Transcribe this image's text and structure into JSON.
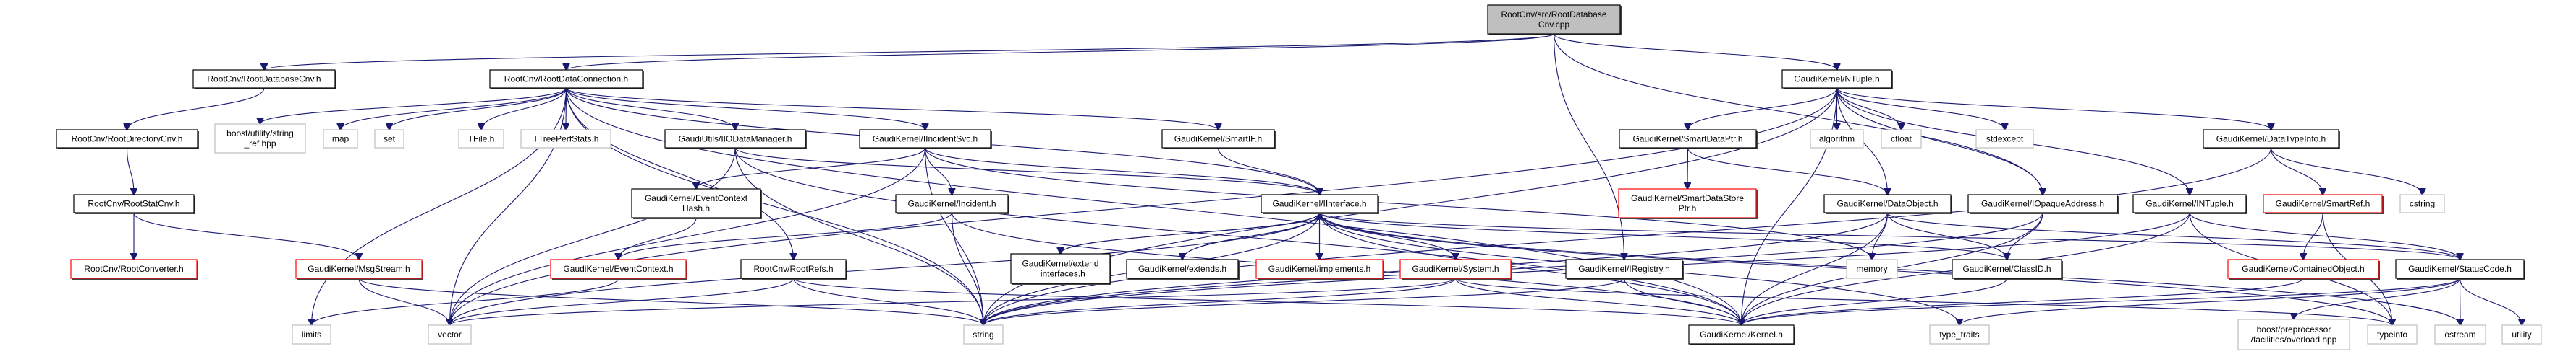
{
  "title": "RootCnv/src/RootDatabaseCnv.cpp include dependency graph",
  "colors": {
    "edge": "#191970",
    "root_fill": "#bfbfbf",
    "primary_border": "#000000",
    "system_border": "#bfbfbf",
    "truncated_border": "#ff0000"
  },
  "nodes": [
    {
      "id": "root",
      "lines": [
        "RootCnv/src/RootDatabase",
        "Cnv.cpp"
      ],
      "kind": "root"
    },
    {
      "id": "rdbcnv",
      "lines": [
        "RootCnv/RootDatabaseCnv.h"
      ],
      "kind": "primary"
    },
    {
      "id": "rdc",
      "lines": [
        "RootCnv/RootDataConnection.h"
      ],
      "kind": "primary"
    },
    {
      "id": "ntuple",
      "lines": [
        "GaudiKernel/NTuple.h"
      ],
      "kind": "primary"
    },
    {
      "id": "rdircnv",
      "lines": [
        "RootCnv/RootDirectoryCnv.h"
      ],
      "kind": "primary"
    },
    {
      "id": "stringref",
      "lines": [
        "boost/utility/string",
        "_ref.hpp"
      ],
      "kind": "system"
    },
    {
      "id": "map",
      "lines": [
        "map"
      ],
      "kind": "system"
    },
    {
      "id": "set",
      "lines": [
        "set"
      ],
      "kind": "system"
    },
    {
      "id": "tfile",
      "lines": [
        "TFile.h"
      ],
      "kind": "system"
    },
    {
      "id": "ttree",
      "lines": [
        "TTreePerfStats.h"
      ],
      "kind": "system"
    },
    {
      "id": "iodm",
      "lines": [
        "GaudiUtils/IIODataManager.h"
      ],
      "kind": "primary"
    },
    {
      "id": "iincsvc",
      "lines": [
        "GaudiKernel/IIncidentSvc.h"
      ],
      "kind": "primary"
    },
    {
      "id": "smartif",
      "lines": [
        "GaudiKernel/SmartIF.h"
      ],
      "kind": "primary"
    },
    {
      "id": "smartdataptr",
      "lines": [
        "GaudiKernel/SmartDataPtr.h"
      ],
      "kind": "primary"
    },
    {
      "id": "algorithm",
      "lines": [
        "algorithm"
      ],
      "kind": "system"
    },
    {
      "id": "cfloat",
      "lines": [
        "cfloat"
      ],
      "kind": "system"
    },
    {
      "id": "stdexcept",
      "lines": [
        "stdexcept"
      ],
      "kind": "system"
    },
    {
      "id": "datatypeinfo",
      "lines": [
        "GaudiKernel/DataTypeInfo.h"
      ],
      "kind": "primary"
    },
    {
      "id": "rstatcnv",
      "lines": [
        "RootCnv/RootStatCnv.h"
      ],
      "kind": "primary"
    },
    {
      "id": "evctxhash",
      "lines": [
        "GaudiKernel/EventContext",
        "Hash.h"
      ],
      "kind": "primary"
    },
    {
      "id": "incident",
      "lines": [
        "GaudiKernel/Incident.h"
      ],
      "kind": "primary"
    },
    {
      "id": "iinterface",
      "lines": [
        "GaudiKernel/IInterface.h"
      ],
      "kind": "primary"
    },
    {
      "id": "smartdatastoreptr",
      "lines": [
        "GaudiKernel/SmartDataStore",
        "Ptr.h"
      ],
      "kind": "truncated"
    },
    {
      "id": "dataobject",
      "lines": [
        "GaudiKernel/DataObject.h"
      ],
      "kind": "primary"
    },
    {
      "id": "iopaque",
      "lines": [
        "GaudiKernel/IOpaqueAddress.h"
      ],
      "kind": "primary"
    },
    {
      "id": "intuple",
      "lines": [
        "GaudiKernel/INTuple.h"
      ],
      "kind": "primary"
    },
    {
      "id": "smartref",
      "lines": [
        "GaudiKernel/SmartRef.h"
      ],
      "kind": "truncated"
    },
    {
      "id": "cstring",
      "lines": [
        "cstring"
      ],
      "kind": "system"
    },
    {
      "id": "rconverter",
      "lines": [
        "RootCnv/RootConverter.h"
      ],
      "kind": "truncated"
    },
    {
      "id": "msgstream",
      "lines": [
        "GaudiKernel/MsgStream.h"
      ],
      "kind": "truncated"
    },
    {
      "id": "evctx",
      "lines": [
        "GaudiKernel/EventContext.h"
      ],
      "kind": "truncated"
    },
    {
      "id": "rootrefs",
      "lines": [
        "RootCnv/RootRefs.h"
      ],
      "kind": "primary"
    },
    {
      "id": "extendif",
      "lines": [
        "GaudiKernel/extend",
        "_interfaces.h"
      ],
      "kind": "primary"
    },
    {
      "id": "extends",
      "lines": [
        "GaudiKernel/extends.h"
      ],
      "kind": "primary"
    },
    {
      "id": "implements",
      "lines": [
        "GaudiKernel/implements.h"
      ],
      "kind": "truncated"
    },
    {
      "id": "system",
      "lines": [
        "GaudiKernel/System.h"
      ],
      "kind": "truncated"
    },
    {
      "id": "iregistry",
      "lines": [
        "GaudiKernel/IRegistry.h"
      ],
      "kind": "primary"
    },
    {
      "id": "memory",
      "lines": [
        "memory"
      ],
      "kind": "system"
    },
    {
      "id": "classid",
      "lines": [
        "GaudiKernel/ClassID.h"
      ],
      "kind": "primary"
    },
    {
      "id": "containedobj",
      "lines": [
        "GaudiKernel/ContainedObject.h"
      ],
      "kind": "truncated"
    },
    {
      "id": "statuscode",
      "lines": [
        "GaudiKernel/StatusCode.h"
      ],
      "kind": "primary"
    },
    {
      "id": "limits",
      "lines": [
        "limits"
      ],
      "kind": "system"
    },
    {
      "id": "vector",
      "lines": [
        "vector"
      ],
      "kind": "system"
    },
    {
      "id": "string",
      "lines": [
        "string"
      ],
      "kind": "system"
    },
    {
      "id": "kernel",
      "lines": [
        "GaudiKernel/Kernel.h"
      ],
      "kind": "primary"
    },
    {
      "id": "typetraits",
      "lines": [
        "type_traits"
      ],
      "kind": "system"
    },
    {
      "id": "boostoverload",
      "lines": [
        "boost/preprocessor",
        "/facilities/overload.hpp"
      ],
      "kind": "system"
    },
    {
      "id": "typeinfo",
      "lines": [
        "typeinfo"
      ],
      "kind": "system"
    },
    {
      "id": "ostream",
      "lines": [
        "ostream"
      ],
      "kind": "system"
    },
    {
      "id": "utility",
      "lines": [
        "utility"
      ],
      "kind": "system"
    }
  ],
  "edges": [
    [
      "root",
      "rdbcnv"
    ],
    [
      "root",
      "rdc"
    ],
    [
      "root",
      "ntuple"
    ],
    [
      "root",
      "iregistry"
    ],
    [
      "root",
      "iopaque"
    ],
    [
      "rdbcnv",
      "rdircnv"
    ],
    [
      "rdircnv",
      "rstatcnv"
    ],
    [
      "rstatcnv",
      "rconverter"
    ],
    [
      "rstatcnv",
      "msgstream"
    ],
    [
      "rdc",
      "stringref"
    ],
    [
      "rdc",
      "map"
    ],
    [
      "rdc",
      "set"
    ],
    [
      "rdc",
      "tfile"
    ],
    [
      "rdc",
      "ttree"
    ],
    [
      "rdc",
      "iodm"
    ],
    [
      "rdc",
      "iincsvc"
    ],
    [
      "rdc",
      "smartif"
    ],
    [
      "rdc",
      "rootrefs"
    ],
    [
      "rdc",
      "vector"
    ],
    [
      "rdc",
      "string"
    ],
    [
      "rdc",
      "limits"
    ],
    [
      "rdc",
      "kernel"
    ],
    [
      "rdc",
      "iinterface"
    ],
    [
      "iodm",
      "iinterface"
    ],
    [
      "iodm",
      "vector"
    ],
    [
      "iodm",
      "string"
    ],
    [
      "iodm",
      "kernel"
    ],
    [
      "iincsvc",
      "incident"
    ],
    [
      "iincsvc",
      "iinterface"
    ],
    [
      "iincsvc",
      "string"
    ],
    [
      "iincsvc",
      "vector"
    ],
    [
      "iincsvc",
      "evctxhash"
    ],
    [
      "iincsvc",
      "memory"
    ],
    [
      "evctxhash",
      "evctx"
    ],
    [
      "incident",
      "string"
    ],
    [
      "incident",
      "evctx"
    ],
    [
      "incident",
      "kernel"
    ],
    [
      "smartif",
      "iinterface"
    ],
    [
      "rootrefs",
      "string"
    ],
    [
      "rootrefs",
      "vector"
    ],
    [
      "rootrefs",
      "kernel"
    ],
    [
      "msgstream",
      "vector"
    ],
    [
      "msgstream",
      "string"
    ],
    [
      "evctx",
      "limits"
    ],
    [
      "iinterface",
      "extendif"
    ],
    [
      "iinterface",
      "extends"
    ],
    [
      "iinterface",
      "implements"
    ],
    [
      "iinterface",
      "system"
    ],
    [
      "iinterface",
      "kernel"
    ],
    [
      "iinterface",
      "statuscode"
    ],
    [
      "iinterface",
      "classid"
    ],
    [
      "iinterface",
      "string"
    ],
    [
      "iinterface",
      "typetraits"
    ],
    [
      "iinterface",
      "typeinfo"
    ],
    [
      "iinterface",
      "ostream"
    ],
    [
      "iinterface",
      "vector"
    ],
    [
      "extendif",
      "iinterface"
    ],
    [
      "extends",
      "iinterface"
    ],
    [
      "implements",
      "iinterface"
    ],
    [
      "system",
      "kernel"
    ],
    [
      "system",
      "string"
    ],
    [
      "system",
      "vector"
    ],
    [
      "system",
      "typeinfo"
    ],
    [
      "iregistry",
      "kernel"
    ],
    [
      "iregistry",
      "string"
    ],
    [
      "ntuple",
      "smartdataptr"
    ],
    [
      "ntuple",
      "algorithm"
    ],
    [
      "ntuple",
      "cfloat"
    ],
    [
      "ntuple",
      "stdexcept"
    ],
    [
      "ntuple",
      "datatypeinfo"
    ],
    [
      "ntuple",
      "dataobject"
    ],
    [
      "ntuple",
      "iopaque"
    ],
    [
      "ntuple",
      "intuple"
    ],
    [
      "ntuple",
      "string"
    ],
    [
      "ntuple",
      "kernel"
    ],
    [
      "ntuple",
      "vector"
    ],
    [
      "smartdataptr",
      "smartdatastoreptr"
    ],
    [
      "smartdataptr",
      "dataobject"
    ],
    [
      "datatypeinfo",
      "smartref"
    ],
    [
      "datatypeinfo",
      "cstring"
    ],
    [
      "datatypeinfo",
      "string"
    ],
    [
      "dataobject",
      "memory"
    ],
    [
      "dataobject",
      "classid"
    ],
    [
      "dataobject",
      "statuscode"
    ],
    [
      "dataobject",
      "string"
    ],
    [
      "dataobject",
      "kernel"
    ],
    [
      "iopaque",
      "classid"
    ],
    [
      "iopaque",
      "kernel"
    ],
    [
      "iopaque",
      "string"
    ],
    [
      "intuple",
      "statuscode"
    ],
    [
      "intuple",
      "kernel"
    ],
    [
      "intuple",
      "string"
    ],
    [
      "intuple",
      "typeinfo"
    ],
    [
      "smartref",
      "containedobj"
    ],
    [
      "smartref",
      "typeinfo"
    ],
    [
      "containedobj",
      "kernel"
    ],
    [
      "classid",
      "kernel"
    ],
    [
      "statuscode",
      "boostoverload"
    ],
    [
      "statuscode",
      "ostream"
    ],
    [
      "statuscode",
      "utility"
    ],
    [
      "statuscode",
      "typetraits"
    ],
    [
      "statuscode",
      "kernel"
    ]
  ]
}
